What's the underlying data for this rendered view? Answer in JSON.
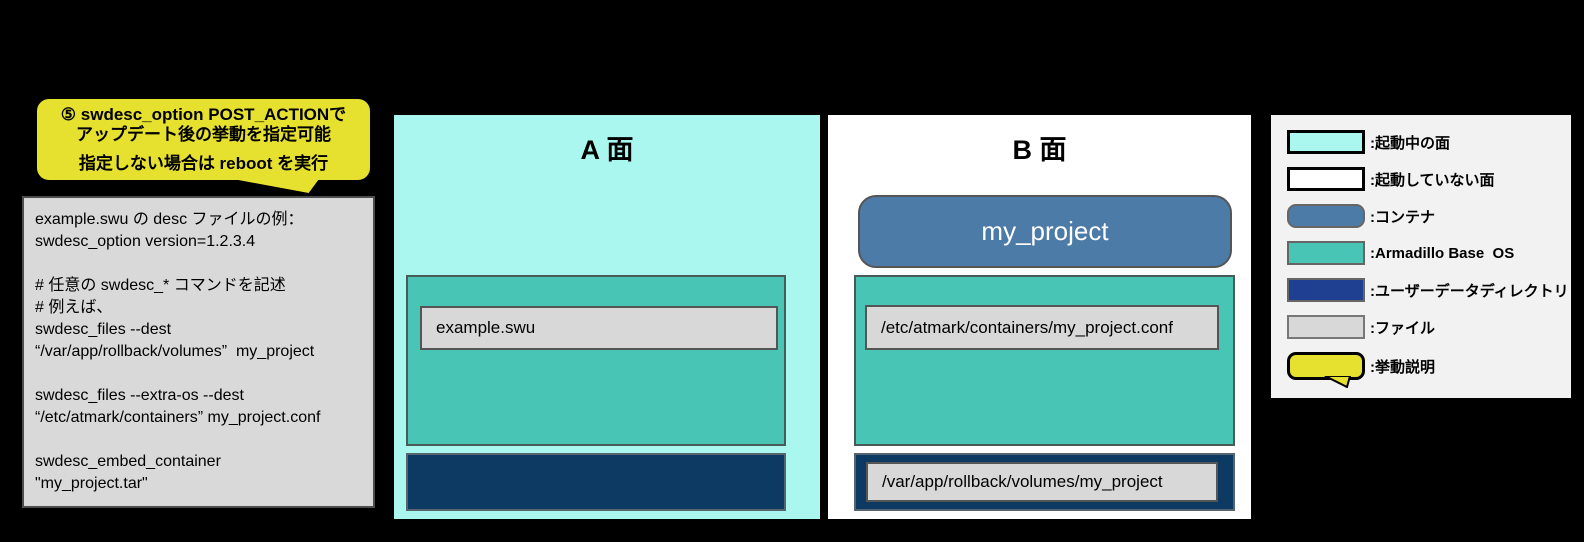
{
  "colors": {
    "background": "#000000",
    "active_bank": "#A9F7EF",
    "inactive_bank": "#FFFFFF",
    "container": "#4C7BA8",
    "armadillo_base_os": "#49C5B6",
    "user_data_dir": "#0D3A63",
    "user_data_dir_legend": "#1F4090",
    "file": "#D8D8D8",
    "code_box": "#D9D9D9",
    "callout": "#E6E02F",
    "legend_bg": "#F2F2F2"
  },
  "callout": {
    "lines": [
      "⑤ swdesc_option POST_ACTIONで",
      "アップデート後の挙動を指定可能",
      "",
      "指定しない場合は reboot を実行"
    ]
  },
  "code_box": {
    "lines": [
      "example.swu の desc ファイルの例：",
      "swdesc_option version=1.2.3.4",
      "",
      "# 任意の swdesc_* コマンドを記述",
      "# 例えば、",
      "swdesc_files --dest",
      "“/var/app/rollback/volumes”  my_project",
      "",
      "swdesc_files --extra-os --dest",
      "“/etc/atmark/containers” my_project.conf",
      "",
      "swdesc_embed_container",
      "\"my_project.tar\""
    ]
  },
  "panel_a": {
    "title": "A 面",
    "file": "example.swu"
  },
  "panel_b": {
    "title": "B 面",
    "container": "my_project",
    "os_file": "/etc/atmark/containers/my_project.conf",
    "user_file": "/var/app/rollback/volumes/my_project"
  },
  "legend": {
    "items": [
      {
        "type": "active-bank",
        "label": ":起動中の面"
      },
      {
        "type": "inactive-bank",
        "label": ":起動していない面"
      },
      {
        "type": "container",
        "label": ":コンテナ"
      },
      {
        "type": "base-os",
        "label": ":Armadillo Base  OS"
      },
      {
        "type": "user-data-dir",
        "label": ":ユーザーデータディレクトリ"
      },
      {
        "type": "file",
        "label": ":ファイル"
      },
      {
        "type": "behavior-note",
        "label": ":挙動説明"
      }
    ]
  }
}
